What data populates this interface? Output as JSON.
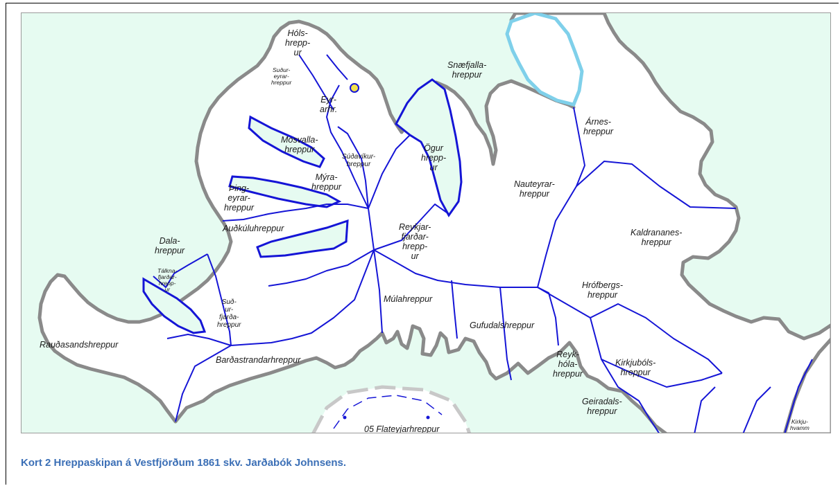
{
  "caption": "Kort 2 Hreppaskipan á Vestfjörðum 1861 skv. Jarðabók Johnsens.",
  "colors": {
    "sea": "#e6fbf1",
    "land": "#ffffff",
    "coast_outline": "#8a8a8a",
    "border": "#1515d6",
    "lake": "#7fd0ea",
    "dashed_border": "#c8c8c8",
    "caption": "#3b6fb6"
  },
  "map": {
    "labels": [
      {
        "id": "hols",
        "text": "Hóls-\nhrepp-\nur"
      },
      {
        "id": "sudureyrar",
        "text": "Suður-\neyrar-\nhreppur"
      },
      {
        "id": "eyrar",
        "text": "Eyr-\narhr."
      },
      {
        "id": "mosvalla",
        "text": "Mosvalla-\nhreppur"
      },
      {
        "id": "sudavikur",
        "text": "Súðavíkur-\nhreppur"
      },
      {
        "id": "ogur",
        "text": "Ögur\nhrepp-\nur"
      },
      {
        "id": "snaefjalla",
        "text": "Snæfjalla-\nhreppur"
      },
      {
        "id": "arnes",
        "text": "Árnes-\nhreppur"
      },
      {
        "id": "myra",
        "text": "Mýra-\nhreppur"
      },
      {
        "id": "thingeyrar",
        "text": "Þing-\neyrar-\nhreppur"
      },
      {
        "id": "nauteyrar",
        "text": "Nauteyrar-\nhreppur"
      },
      {
        "id": "kaldrananes",
        "text": "Kaldrananes-\nhreppur"
      },
      {
        "id": "audkulu",
        "text": "Auðkúluhreppur"
      },
      {
        "id": "reykjarfjardar",
        "text": "Reykjar-\nfjarðar-\nhrepp-\nur"
      },
      {
        "id": "dala",
        "text": "Dala-\nhreppur"
      },
      {
        "id": "talknafjardar",
        "text": "Tálkna-\nfjarðar-\nhrepp-\nur"
      },
      {
        "id": "sudurfjarda",
        "text": "Suð-\nur-\nfjarða-\nhreppur"
      },
      {
        "id": "hrofbergs",
        "text": "Hrófbergs-\nhreppur"
      },
      {
        "id": "mula",
        "text": "Múlahreppur"
      },
      {
        "id": "gufudals",
        "text": "Gufudalshreppur"
      },
      {
        "id": "raudasands",
        "text": "Rauðasandshreppur"
      },
      {
        "id": "bardastrandar",
        "text": "Barðastrandarhreppur"
      },
      {
        "id": "reykhola",
        "text": "Reyk-\nhóla-\nhreppur"
      },
      {
        "id": "kirkjubols",
        "text": "Kirkjubóls-\nhreppur"
      },
      {
        "id": "geiradals",
        "text": "Geiradals-\nhreppur"
      },
      {
        "id": "flateyjar",
        "text": "05 Flateyjarhreppur"
      },
      {
        "id": "kirkju",
        "text": "Kirkju-\nhvamm"
      }
    ]
  }
}
